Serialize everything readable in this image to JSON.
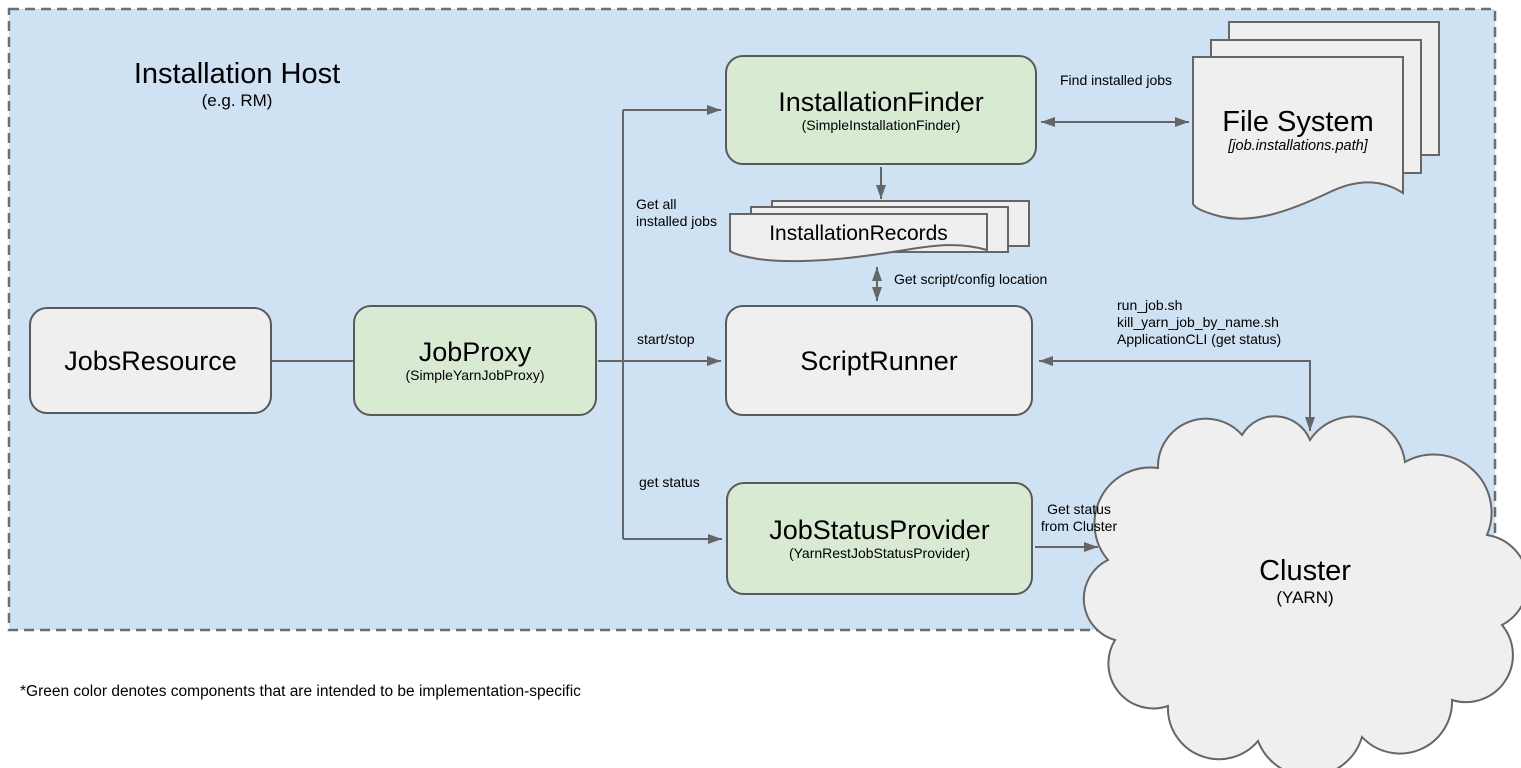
{
  "diagram": {
    "host": {
      "title": "Installation Host",
      "subtitle": "(e.g. RM)"
    },
    "nodes": {
      "jobs_resource": {
        "label": "JobsResource"
      },
      "job_proxy": {
        "label": "JobProxy",
        "sublabel": "(SimpleYarnJobProxy)"
      },
      "installation_finder": {
        "label": "InstallationFinder",
        "sublabel": "(SimpleInstallationFinder)"
      },
      "script_runner": {
        "label": "ScriptRunner"
      },
      "job_status_provider": {
        "label": "JobStatusProvider",
        "sublabel": "(YarnRestJobStatusProvider)"
      },
      "installation_records": {
        "label": "InstallationRecords"
      },
      "file_system": {
        "label": "File System",
        "sublabel": "[job.installations.path]"
      },
      "cluster": {
        "label": "Cluster",
        "sublabel": "(YARN)"
      }
    },
    "edge_labels": {
      "find_installed_jobs": "Find installed jobs",
      "get_all_installed_jobs": [
        "Get all",
        "installed jobs"
      ],
      "start_stop": "start/stop",
      "get_status": "get status",
      "get_script_config_location": "Get script/config location",
      "scriptrunner_cluster": [
        "run_job.sh",
        "kill_yarn_job_by_name.sh",
        "ApplicationCLI (get status)"
      ],
      "get_status_from_cluster": [
        "Get status",
        "from Cluster"
      ]
    },
    "footnote": "*Green color denotes components that are intended to be implementation-specific",
    "colors": {
      "host_fill": "#cfe2f3",
      "impl_fill": "#d9ead3",
      "comp_fill": "#efefef",
      "stroke": "#666666",
      "border_dark": "#595959"
    }
  }
}
